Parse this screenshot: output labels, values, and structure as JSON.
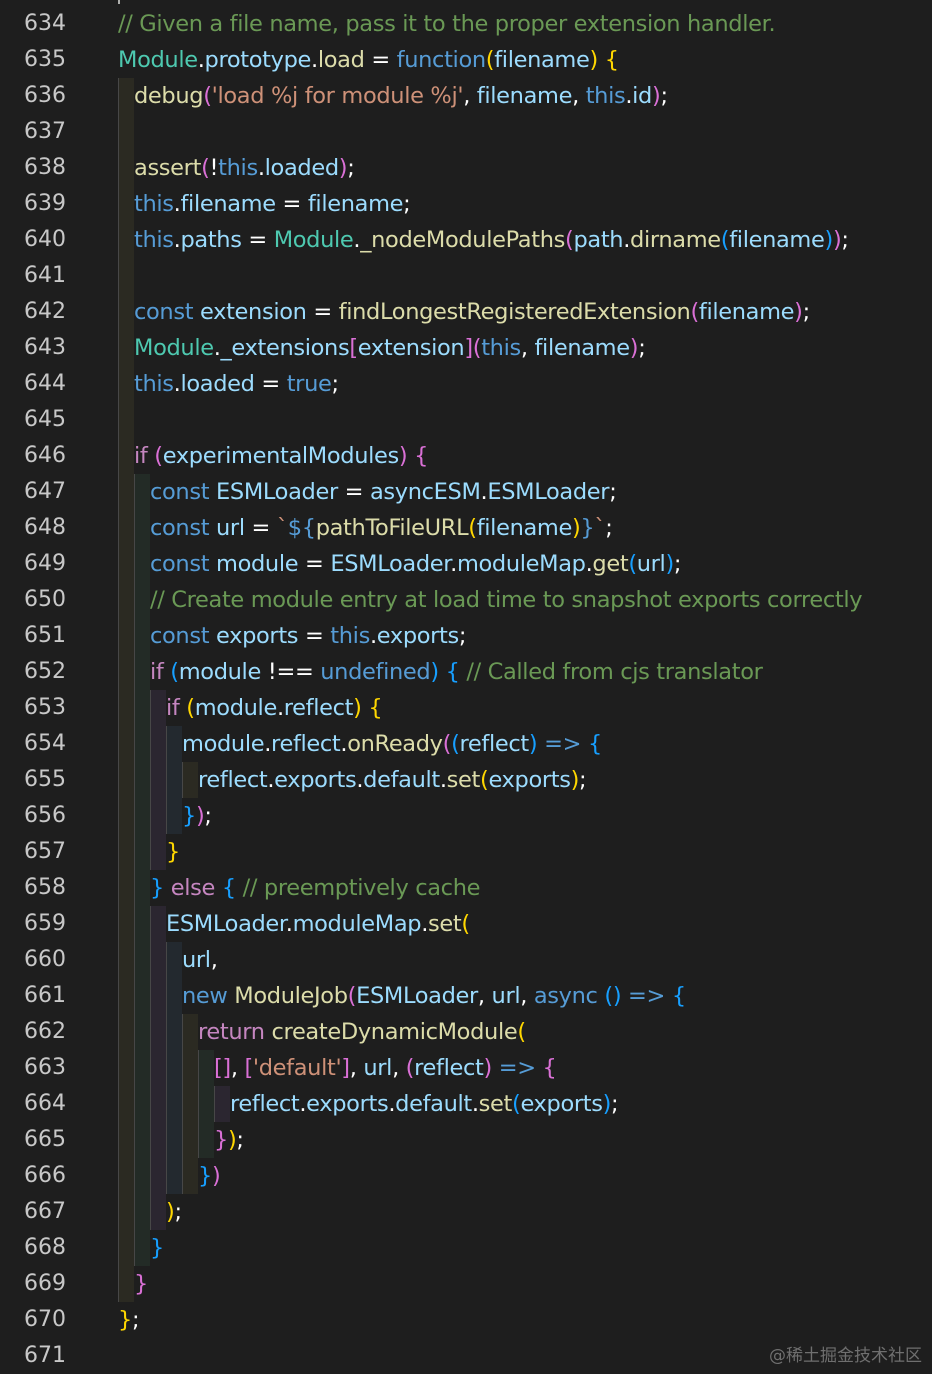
{
  "colors": {
    "background": "#1e1e1e",
    "plain": "#ffffff",
    "comment": "#6a9955",
    "keyword": "#569cd6",
    "control": "#c586c0",
    "func": "#dcdcaa",
    "string": "#ce9178",
    "variable": "#9cdcfe",
    "type": "#4ec9b0",
    "bracket1": "#ffd700",
    "bracket2": "#da70d6",
    "bracket3": "#179fff",
    "line_number": "#c8c8c8"
  },
  "watermark": "@稀土掘金技术社区",
  "lines": [
    {
      "n": "634",
      "indent": 0,
      "tokens": [
        {
          "t": "// Given a file name, pass it to the proper extension handler.",
          "c": "comment"
        }
      ]
    },
    {
      "n": "635",
      "indent": 0,
      "tokens": [
        {
          "t": "Module",
          "c": "type"
        },
        {
          "t": ".",
          "c": "plain"
        },
        {
          "t": "prototype",
          "c": "variable"
        },
        {
          "t": ".",
          "c": "plain"
        },
        {
          "t": "load",
          "c": "func"
        },
        {
          "t": " = ",
          "c": "plain"
        },
        {
          "t": "function",
          "c": "keyword"
        },
        {
          "t": "(",
          "c": "bracket1"
        },
        {
          "t": "filename",
          "c": "variable"
        },
        {
          "t": ")",
          "c": "bracket1"
        },
        {
          "t": " ",
          "c": "plain"
        },
        {
          "t": "{",
          "c": "bracket1"
        }
      ]
    },
    {
      "n": "636",
      "indent": 1,
      "tokens": [
        {
          "t": "debug",
          "c": "func"
        },
        {
          "t": "(",
          "c": "bracket2"
        },
        {
          "t": "'load %j for module %j'",
          "c": "string"
        },
        {
          "t": ", ",
          "c": "plain"
        },
        {
          "t": "filename",
          "c": "variable"
        },
        {
          "t": ", ",
          "c": "plain"
        },
        {
          "t": "this",
          "c": "keyword"
        },
        {
          "t": ".",
          "c": "plain"
        },
        {
          "t": "id",
          "c": "variable"
        },
        {
          "t": ")",
          "c": "bracket2"
        },
        {
          "t": ";",
          "c": "plain"
        }
      ]
    },
    {
      "n": "637",
      "indent": 1,
      "tokens": []
    },
    {
      "n": "638",
      "indent": 1,
      "tokens": [
        {
          "t": "assert",
          "c": "func"
        },
        {
          "t": "(",
          "c": "bracket2"
        },
        {
          "t": "!",
          "c": "plain"
        },
        {
          "t": "this",
          "c": "keyword"
        },
        {
          "t": ".",
          "c": "plain"
        },
        {
          "t": "loaded",
          "c": "variable"
        },
        {
          "t": ")",
          "c": "bracket2"
        },
        {
          "t": ";",
          "c": "plain"
        }
      ]
    },
    {
      "n": "639",
      "indent": 1,
      "tokens": [
        {
          "t": "this",
          "c": "keyword"
        },
        {
          "t": ".",
          "c": "plain"
        },
        {
          "t": "filename",
          "c": "variable"
        },
        {
          "t": " = ",
          "c": "plain"
        },
        {
          "t": "filename",
          "c": "variable"
        },
        {
          "t": ";",
          "c": "plain"
        }
      ]
    },
    {
      "n": "640",
      "indent": 1,
      "tokens": [
        {
          "t": "this",
          "c": "keyword"
        },
        {
          "t": ".",
          "c": "plain"
        },
        {
          "t": "paths",
          "c": "variable"
        },
        {
          "t": " = ",
          "c": "plain"
        },
        {
          "t": "Module",
          "c": "type"
        },
        {
          "t": ".",
          "c": "plain"
        },
        {
          "t": "_nodeModulePaths",
          "c": "func"
        },
        {
          "t": "(",
          "c": "bracket2"
        },
        {
          "t": "path",
          "c": "variable"
        },
        {
          "t": ".",
          "c": "plain"
        },
        {
          "t": "dirname",
          "c": "func"
        },
        {
          "t": "(",
          "c": "bracket3"
        },
        {
          "t": "filename",
          "c": "variable"
        },
        {
          "t": ")",
          "c": "bracket3"
        },
        {
          "t": ")",
          "c": "bracket2"
        },
        {
          "t": ";",
          "c": "plain"
        }
      ]
    },
    {
      "n": "641",
      "indent": 1,
      "tokens": []
    },
    {
      "n": "642",
      "indent": 1,
      "tokens": [
        {
          "t": "const",
          "c": "keyword"
        },
        {
          "t": " ",
          "c": "plain"
        },
        {
          "t": "extension",
          "c": "variable"
        },
        {
          "t": " = ",
          "c": "plain"
        },
        {
          "t": "findLongestRegisteredExtension",
          "c": "func"
        },
        {
          "t": "(",
          "c": "bracket2"
        },
        {
          "t": "filename",
          "c": "variable"
        },
        {
          "t": ")",
          "c": "bracket2"
        },
        {
          "t": ";",
          "c": "plain"
        }
      ]
    },
    {
      "n": "643",
      "indent": 1,
      "tokens": [
        {
          "t": "Module",
          "c": "type"
        },
        {
          "t": ".",
          "c": "plain"
        },
        {
          "t": "_extensions",
          "c": "variable"
        },
        {
          "t": "[",
          "c": "bracket2"
        },
        {
          "t": "extension",
          "c": "variable"
        },
        {
          "t": "]",
          "c": "bracket2"
        },
        {
          "t": "(",
          "c": "bracket2"
        },
        {
          "t": "this",
          "c": "keyword"
        },
        {
          "t": ", ",
          "c": "plain"
        },
        {
          "t": "filename",
          "c": "variable"
        },
        {
          "t": ")",
          "c": "bracket2"
        },
        {
          "t": ";",
          "c": "plain"
        }
      ]
    },
    {
      "n": "644",
      "indent": 1,
      "tokens": [
        {
          "t": "this",
          "c": "keyword"
        },
        {
          "t": ".",
          "c": "plain"
        },
        {
          "t": "loaded",
          "c": "variable"
        },
        {
          "t": " = ",
          "c": "plain"
        },
        {
          "t": "true",
          "c": "keyword"
        },
        {
          "t": ";",
          "c": "plain"
        }
      ]
    },
    {
      "n": "645",
      "indent": 1,
      "tokens": []
    },
    {
      "n": "646",
      "indent": 1,
      "tokens": [
        {
          "t": "if",
          "c": "control"
        },
        {
          "t": " ",
          "c": "plain"
        },
        {
          "t": "(",
          "c": "bracket2"
        },
        {
          "t": "experimentalModules",
          "c": "variable"
        },
        {
          "t": ")",
          "c": "bracket2"
        },
        {
          "t": " ",
          "c": "plain"
        },
        {
          "t": "{",
          "c": "bracket2"
        }
      ]
    },
    {
      "n": "647",
      "indent": 2,
      "tokens": [
        {
          "t": "const",
          "c": "keyword"
        },
        {
          "t": " ",
          "c": "plain"
        },
        {
          "t": "ESMLoader",
          "c": "variable"
        },
        {
          "t": " = ",
          "c": "plain"
        },
        {
          "t": "asyncESM",
          "c": "variable"
        },
        {
          "t": ".",
          "c": "plain"
        },
        {
          "t": "ESMLoader",
          "c": "variable"
        },
        {
          "t": ";",
          "c": "plain"
        }
      ]
    },
    {
      "n": "648",
      "indent": 2,
      "tokens": [
        {
          "t": "const",
          "c": "keyword"
        },
        {
          "t": " ",
          "c": "plain"
        },
        {
          "t": "url",
          "c": "variable"
        },
        {
          "t": " = ",
          "c": "plain"
        },
        {
          "t": "`",
          "c": "string"
        },
        {
          "t": "${",
          "c": "keyword"
        },
        {
          "t": "pathToFileURL",
          "c": "func"
        },
        {
          "t": "(",
          "c": "bracket1"
        },
        {
          "t": "filename",
          "c": "variable"
        },
        {
          "t": ")",
          "c": "bracket1"
        },
        {
          "t": "}",
          "c": "keyword"
        },
        {
          "t": "`",
          "c": "string"
        },
        {
          "t": ";",
          "c": "plain"
        }
      ]
    },
    {
      "n": "649",
      "indent": 2,
      "tokens": [
        {
          "t": "const",
          "c": "keyword"
        },
        {
          "t": " ",
          "c": "plain"
        },
        {
          "t": "module",
          "c": "variable"
        },
        {
          "t": " = ",
          "c": "plain"
        },
        {
          "t": "ESMLoader",
          "c": "variable"
        },
        {
          "t": ".",
          "c": "plain"
        },
        {
          "t": "moduleMap",
          "c": "variable"
        },
        {
          "t": ".",
          "c": "plain"
        },
        {
          "t": "get",
          "c": "func"
        },
        {
          "t": "(",
          "c": "bracket3"
        },
        {
          "t": "url",
          "c": "variable"
        },
        {
          "t": ")",
          "c": "bracket3"
        },
        {
          "t": ";",
          "c": "plain"
        }
      ]
    },
    {
      "n": "650",
      "indent": 2,
      "tokens": [
        {
          "t": "// Create module entry at load time to snapshot exports correctly",
          "c": "comment"
        }
      ]
    },
    {
      "n": "651",
      "indent": 2,
      "tokens": [
        {
          "t": "const",
          "c": "keyword"
        },
        {
          "t": " ",
          "c": "plain"
        },
        {
          "t": "exports",
          "c": "variable"
        },
        {
          "t": " = ",
          "c": "plain"
        },
        {
          "t": "this",
          "c": "keyword"
        },
        {
          "t": ".",
          "c": "plain"
        },
        {
          "t": "exports",
          "c": "variable"
        },
        {
          "t": ";",
          "c": "plain"
        }
      ]
    },
    {
      "n": "652",
      "indent": 2,
      "tokens": [
        {
          "t": "if",
          "c": "control"
        },
        {
          "t": " ",
          "c": "plain"
        },
        {
          "t": "(",
          "c": "bracket3"
        },
        {
          "t": "module",
          "c": "variable"
        },
        {
          "t": " !== ",
          "c": "plain"
        },
        {
          "t": "undefined",
          "c": "keyword"
        },
        {
          "t": ")",
          "c": "bracket3"
        },
        {
          "t": " ",
          "c": "plain"
        },
        {
          "t": "{",
          "c": "bracket3"
        },
        {
          "t": " ",
          "c": "plain"
        },
        {
          "t": "// Called from cjs translator",
          "c": "comment"
        }
      ]
    },
    {
      "n": "653",
      "indent": 3,
      "tokens": [
        {
          "t": "if",
          "c": "control"
        },
        {
          "t": " ",
          "c": "plain"
        },
        {
          "t": "(",
          "c": "bracket1"
        },
        {
          "t": "module",
          "c": "variable"
        },
        {
          "t": ".",
          "c": "plain"
        },
        {
          "t": "reflect",
          "c": "variable"
        },
        {
          "t": ")",
          "c": "bracket1"
        },
        {
          "t": " ",
          "c": "plain"
        },
        {
          "t": "{",
          "c": "bracket1"
        }
      ]
    },
    {
      "n": "654",
      "indent": 4,
      "tokens": [
        {
          "t": "module",
          "c": "variable"
        },
        {
          "t": ".",
          "c": "plain"
        },
        {
          "t": "reflect",
          "c": "variable"
        },
        {
          "t": ".",
          "c": "plain"
        },
        {
          "t": "onReady",
          "c": "func"
        },
        {
          "t": "(",
          "c": "bracket2"
        },
        {
          "t": "(",
          "c": "bracket3"
        },
        {
          "t": "reflect",
          "c": "variable"
        },
        {
          "t": ")",
          "c": "bracket3"
        },
        {
          "t": " => ",
          "c": "keyword"
        },
        {
          "t": "{",
          "c": "bracket3"
        }
      ]
    },
    {
      "n": "655",
      "indent": 5,
      "tokens": [
        {
          "t": "reflect",
          "c": "variable"
        },
        {
          "t": ".",
          "c": "plain"
        },
        {
          "t": "exports",
          "c": "variable"
        },
        {
          "t": ".",
          "c": "plain"
        },
        {
          "t": "default",
          "c": "variable"
        },
        {
          "t": ".",
          "c": "plain"
        },
        {
          "t": "set",
          "c": "func"
        },
        {
          "t": "(",
          "c": "bracket1"
        },
        {
          "t": "exports",
          "c": "variable"
        },
        {
          "t": ")",
          "c": "bracket1"
        },
        {
          "t": ";",
          "c": "plain"
        }
      ]
    },
    {
      "n": "656",
      "indent": 4,
      "tokens": [
        {
          "t": "}",
          "c": "bracket3"
        },
        {
          "t": ")",
          "c": "bracket2"
        },
        {
          "t": ";",
          "c": "plain"
        }
      ]
    },
    {
      "n": "657",
      "indent": 3,
      "tokens": [
        {
          "t": "}",
          "c": "bracket1"
        }
      ]
    },
    {
      "n": "658",
      "indent": 2,
      "tokens": [
        {
          "t": "}",
          "c": "bracket3"
        },
        {
          "t": " ",
          "c": "plain"
        },
        {
          "t": "else",
          "c": "control"
        },
        {
          "t": " ",
          "c": "plain"
        },
        {
          "t": "{",
          "c": "bracket3"
        },
        {
          "t": " ",
          "c": "plain"
        },
        {
          "t": "// preemptively cache",
          "c": "comment"
        }
      ]
    },
    {
      "n": "659",
      "indent": 3,
      "tokens": [
        {
          "t": "ESMLoader",
          "c": "variable"
        },
        {
          "t": ".",
          "c": "plain"
        },
        {
          "t": "moduleMap",
          "c": "variable"
        },
        {
          "t": ".",
          "c": "plain"
        },
        {
          "t": "set",
          "c": "func"
        },
        {
          "t": "(",
          "c": "bracket1"
        }
      ]
    },
    {
      "n": "660",
      "indent": 4,
      "tokens": [
        {
          "t": "url",
          "c": "variable"
        },
        {
          "t": ",",
          "c": "plain"
        }
      ]
    },
    {
      "n": "661",
      "indent": 4,
      "tokens": [
        {
          "t": "new",
          "c": "keyword"
        },
        {
          "t": " ",
          "c": "plain"
        },
        {
          "t": "ModuleJob",
          "c": "func"
        },
        {
          "t": "(",
          "c": "bracket2"
        },
        {
          "t": "ESMLoader",
          "c": "variable"
        },
        {
          "t": ", ",
          "c": "plain"
        },
        {
          "t": "url",
          "c": "variable"
        },
        {
          "t": ", ",
          "c": "plain"
        },
        {
          "t": "async",
          "c": "keyword"
        },
        {
          "t": " ",
          "c": "plain"
        },
        {
          "t": "()",
          "c": "bracket3"
        },
        {
          "t": " => ",
          "c": "keyword"
        },
        {
          "t": "{",
          "c": "bracket3"
        }
      ]
    },
    {
      "n": "662",
      "indent": 5,
      "tokens": [
        {
          "t": "return",
          "c": "control"
        },
        {
          "t": " ",
          "c": "plain"
        },
        {
          "t": "createDynamicModule",
          "c": "func"
        },
        {
          "t": "(",
          "c": "bracket1"
        }
      ]
    },
    {
      "n": "663",
      "indent": 6,
      "tokens": [
        {
          "t": "[]",
          "c": "bracket2"
        },
        {
          "t": ", ",
          "c": "plain"
        },
        {
          "t": "[",
          "c": "bracket2"
        },
        {
          "t": "'default'",
          "c": "string"
        },
        {
          "t": "]",
          "c": "bracket2"
        },
        {
          "t": ", ",
          "c": "plain"
        },
        {
          "t": "url",
          "c": "variable"
        },
        {
          "t": ", ",
          "c": "plain"
        },
        {
          "t": "(",
          "c": "bracket2"
        },
        {
          "t": "reflect",
          "c": "variable"
        },
        {
          "t": ")",
          "c": "bracket2"
        },
        {
          "t": " => ",
          "c": "keyword"
        },
        {
          "t": "{",
          "c": "bracket2"
        }
      ]
    },
    {
      "n": "664",
      "indent": 7,
      "tokens": [
        {
          "t": "reflect",
          "c": "variable"
        },
        {
          "t": ".",
          "c": "plain"
        },
        {
          "t": "exports",
          "c": "variable"
        },
        {
          "t": ".",
          "c": "plain"
        },
        {
          "t": "default",
          "c": "variable"
        },
        {
          "t": ".",
          "c": "plain"
        },
        {
          "t": "set",
          "c": "func"
        },
        {
          "t": "(",
          "c": "bracket3"
        },
        {
          "t": "exports",
          "c": "variable"
        },
        {
          "t": ")",
          "c": "bracket3"
        },
        {
          "t": ";",
          "c": "plain"
        }
      ]
    },
    {
      "n": "665",
      "indent": 6,
      "tokens": [
        {
          "t": "}",
          "c": "bracket2"
        },
        {
          "t": ")",
          "c": "bracket1"
        },
        {
          "t": ";",
          "c": "plain"
        }
      ]
    },
    {
      "n": "666",
      "indent": 5,
      "tokens": [
        {
          "t": "}",
          "c": "bracket3"
        },
        {
          "t": ")",
          "c": "bracket2"
        }
      ]
    },
    {
      "n": "667",
      "indent": 3,
      "tokens": [
        {
          "t": ")",
          "c": "bracket1"
        },
        {
          "t": ";",
          "c": "plain"
        }
      ]
    },
    {
      "n": "668",
      "indent": 2,
      "tokens": [
        {
          "t": "}",
          "c": "bracket3"
        }
      ]
    },
    {
      "n": "669",
      "indent": 1,
      "tokens": [
        {
          "t": "}",
          "c": "bracket2"
        }
      ]
    },
    {
      "n": "670",
      "indent": 0,
      "tokens": [
        {
          "t": "}",
          "c": "bracket1"
        },
        {
          "t": ";",
          "c": "plain"
        }
      ]
    },
    {
      "n": "671",
      "indent": 0,
      "tokens": []
    }
  ]
}
